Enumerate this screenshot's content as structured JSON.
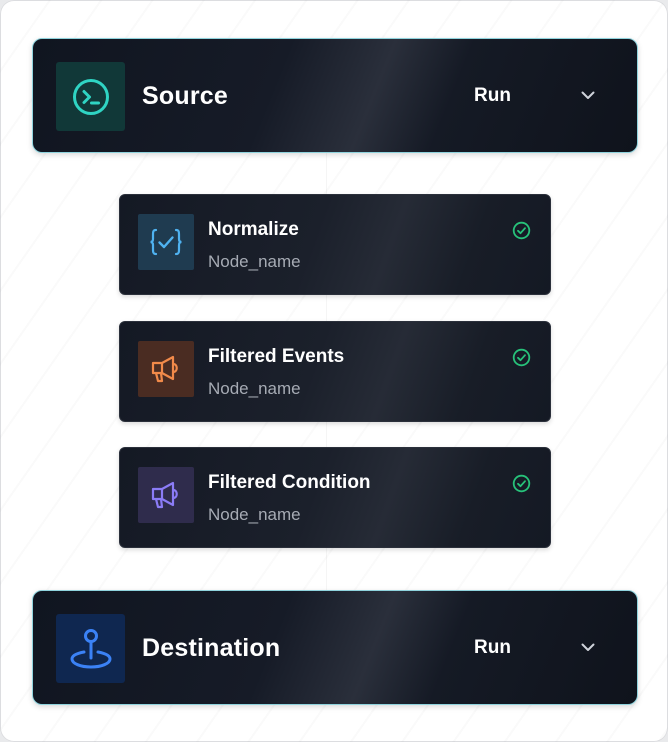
{
  "source": {
    "title": "Source",
    "run_label": "Run",
    "icon": "terminal-icon",
    "accent": "#2fd4c3"
  },
  "nodes": [
    {
      "title": "Normalize",
      "subtitle": "Node_name",
      "icon": "code-braces-check-icon",
      "accent": "#4fb2f0",
      "status": "success"
    },
    {
      "title": "Filtered Events",
      "subtitle": "Node_name",
      "icon": "megaphone-icon",
      "accent": "#f18a4a",
      "status": "success"
    },
    {
      "title": "Filtered Condition",
      "subtitle": "Node_name",
      "icon": "megaphone-icon",
      "accent": "#8b7cf6",
      "status": "success"
    }
  ],
  "destination": {
    "title": "Destination",
    "run_label": "Run",
    "icon": "map-pin-icon",
    "accent": "#3b82f6"
  },
  "colors": {
    "card_border": "#8fd3dd",
    "status_success": "#27c27a"
  }
}
